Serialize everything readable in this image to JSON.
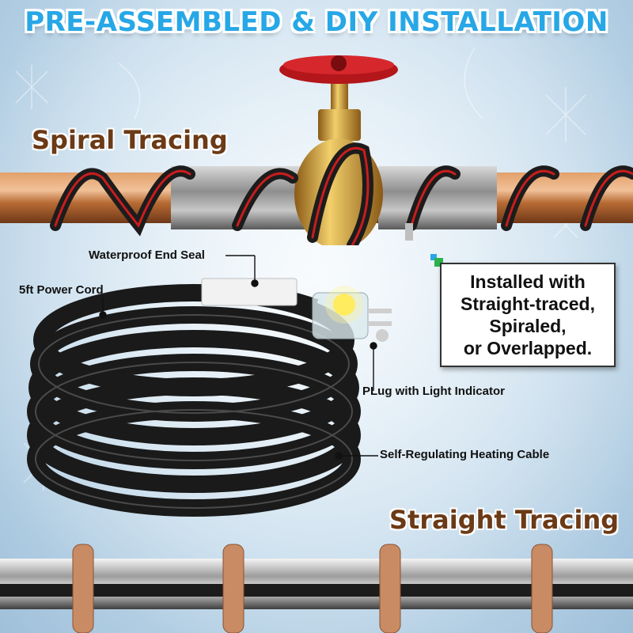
{
  "headline": "PRE-ASSEMBLED & DIY INSTALLATION",
  "sections": {
    "spiral": "Spiral Tracing",
    "straight": "Straight Tracing"
  },
  "info_box": {
    "lines": [
      "Installed with",
      "Straight-traced,",
      "Spiraled,",
      "or Overlapped."
    ]
  },
  "callouts": {
    "end_seal": "Waterproof End Seal",
    "power_cord": "5ft Power Cord",
    "plug": "PLug with Light Indicator",
    "cable": "Self-Regulating Heating Cable"
  },
  "colors": {
    "headline": "#27a7e6",
    "section_title": "#6b3a16",
    "copper": "#c07a45",
    "cable": "#1c1c1c",
    "cable_red": "#c81d1d",
    "valve_handle": "#b3161b",
    "brass": "#c9962f",
    "indicator_light": "#ffe640"
  },
  "icons": {
    "valve": "valve-icon",
    "plug": "plug-icon",
    "coil": "cable-coil-icon"
  }
}
